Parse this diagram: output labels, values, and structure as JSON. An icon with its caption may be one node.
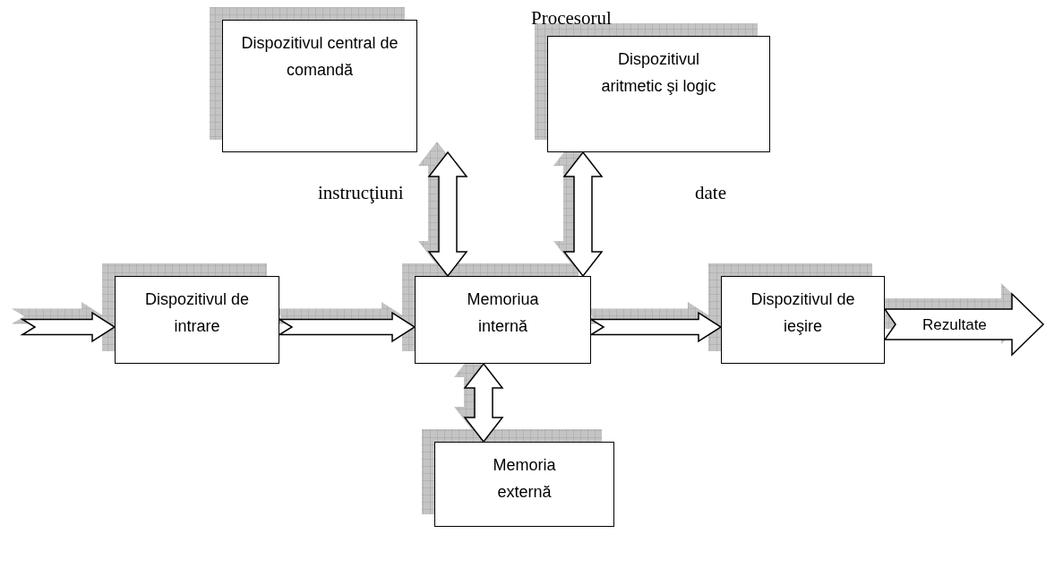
{
  "diagram": {
    "nodes": [
      {
        "text": [
          "Dispozitivul central de comandă"
        ]
      },
      {
        "text": [
          "Dispozitivul aritmetic şi logic"
        ]
      },
      {
        "text": [
          "Dispozitivul de intrare"
        ]
      },
      {
        "text": [
          "Memoriua internă"
        ]
      },
      {
        "text": [
          "Dispozitivul de ieşire"
        ]
      },
      {
        "text": [
          "Memoria externă"
        ]
      }
    ],
    "edges": [
      {
        "from": null,
        "to": 2,
        "arrow": "to"
      },
      {
        "from": 2,
        "to": 3,
        "arrow": "to"
      },
      {
        "from": 3,
        "to": 4,
        "arrow": "to"
      },
      {
        "from": 4,
        "to": null,
        "arrow": "to",
        "label": "Rezultate"
      },
      {
        "from": 0,
        "to": 3,
        "arrow": "both"
      },
      {
        "from": 1,
        "to": 3,
        "arrow": "both"
      },
      {
        "from": 3,
        "to": 5,
        "arrow": "both"
      }
    ],
    "labels": [
      "Procesorul",
      "instrucţiuni",
      "date"
    ]
  }
}
